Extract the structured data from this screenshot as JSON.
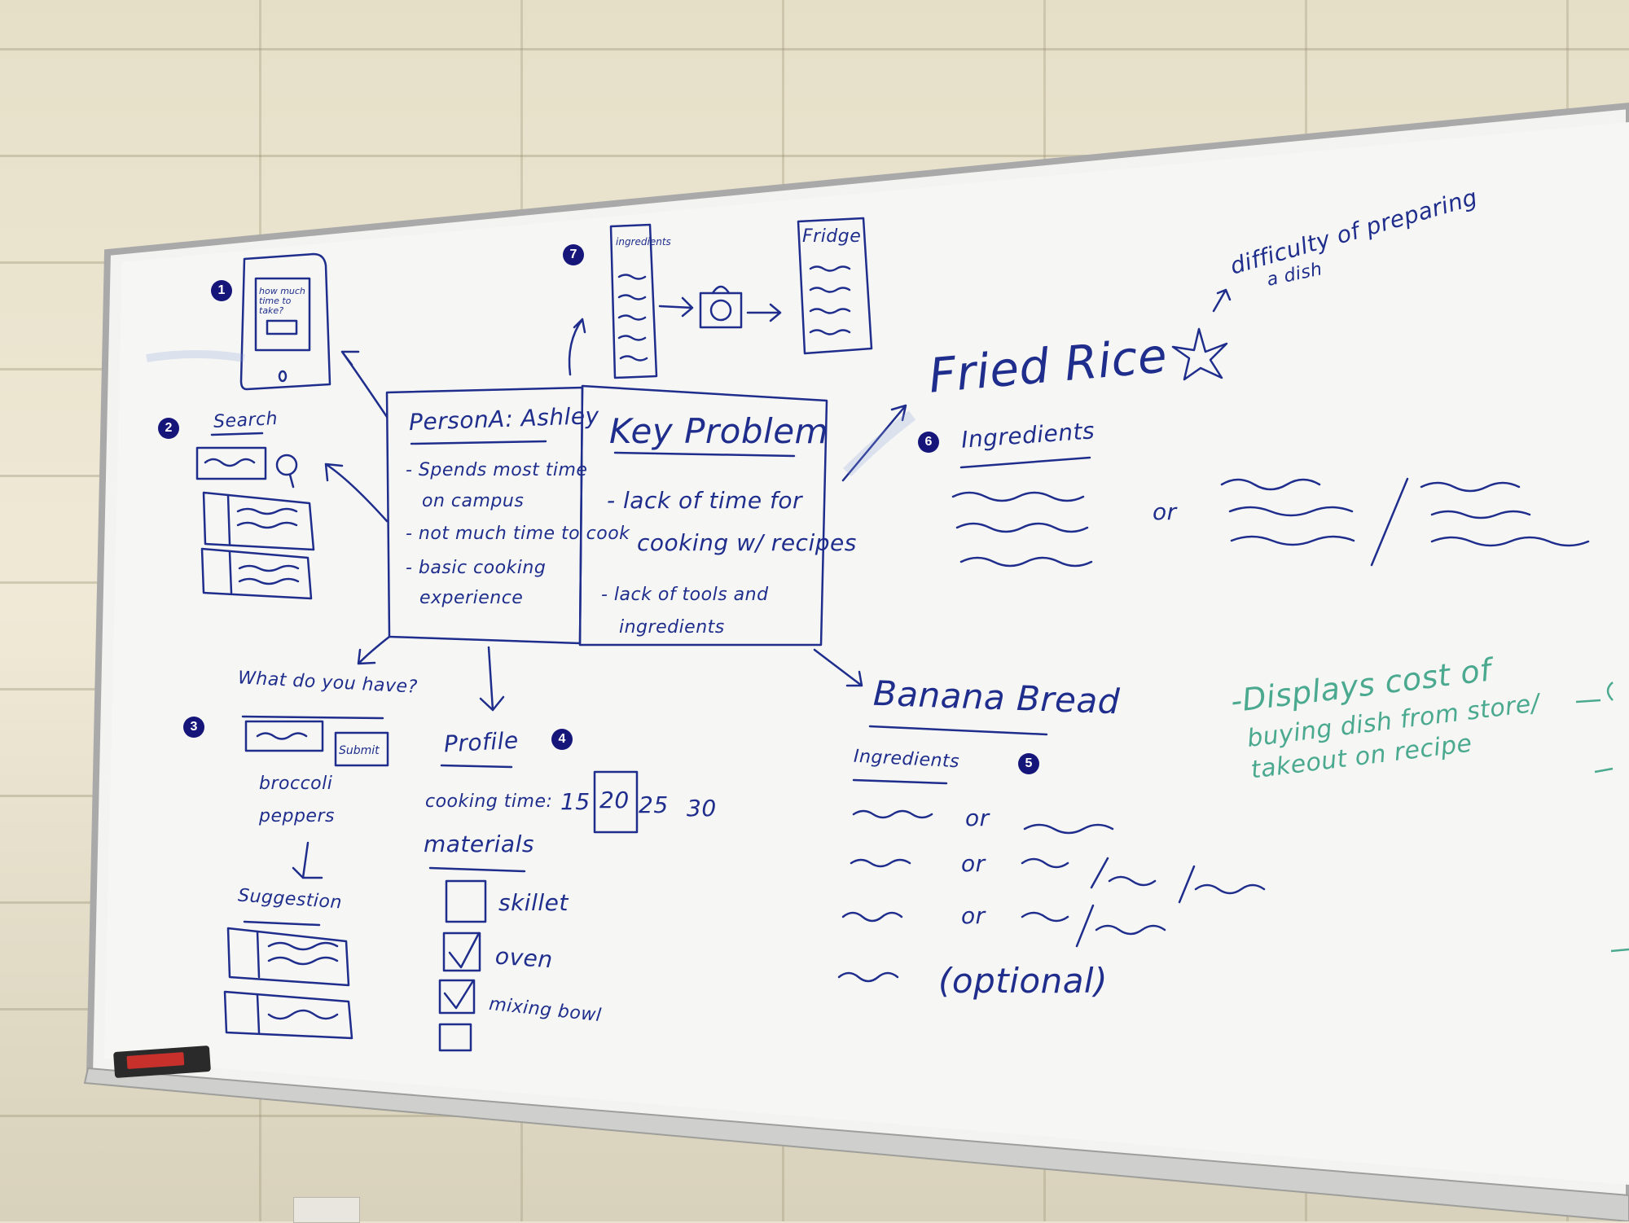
{
  "markers": [
    "1",
    "2",
    "3",
    "4",
    "5",
    "6",
    "7"
  ],
  "sketch1": {
    "text": "how much time to take?"
  },
  "sketch2": {
    "title": "Search"
  },
  "sketch3": {
    "title": "What do you have?",
    "submit": "Submit",
    "items": [
      "broccoli",
      "peppers"
    ],
    "suggestion": "Suggestion"
  },
  "sketch4": {
    "title": "Profile",
    "cooking_label": "cooking time:",
    "times": [
      "15",
      "20",
      "25",
      "30"
    ],
    "materials_label": "materials",
    "materials": [
      "skillet",
      "oven",
      "mixing bowl"
    ]
  },
  "sketch5": {
    "title": "Banana Bread",
    "ingredients_label": "Ingredients",
    "or": "or",
    "optional": "(optional)"
  },
  "sketch6": {
    "title": "Fried Rice",
    "ingredients_label": "Ingredients",
    "or": "or",
    "annotation_line1": "difficulty of preparing",
    "annotation_line2": "a dish"
  },
  "sketch7": {
    "list_text": "ingredients",
    "fridge": "Fridge"
  },
  "persona": {
    "title": "PersonA: Ashley",
    "bullets": [
      "- Spends most time",
      "on campus",
      "- not much time to cook",
      "- basic cooking",
      "experience"
    ]
  },
  "key_problem": {
    "title": "Key Problem",
    "bullets": [
      "- lack of time for",
      "cooking w/ recipes",
      "- lack of tools and",
      "ingredients"
    ]
  },
  "green_note": [
    "-Displays cost of",
    "buying dish from store/",
    "takeout on recipe"
  ],
  "colors": {
    "marker_blue": "#1f2d8c",
    "marker_green": "#4aa98e",
    "badge": "#16167a",
    "board": "#f4f5f3"
  }
}
